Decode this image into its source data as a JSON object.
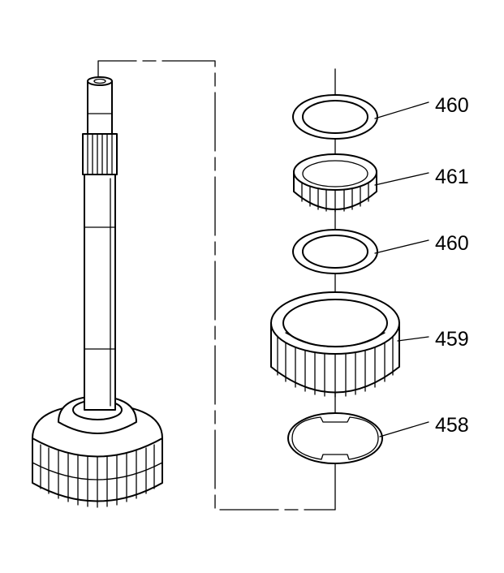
{
  "diagram": {
    "callouts": [
      {
        "id": "washer-upper",
        "label": "460"
      },
      {
        "id": "needle-bearing",
        "label": "461"
      },
      {
        "id": "washer-lower",
        "label": "460"
      },
      {
        "id": "input-housing",
        "label": "459"
      },
      {
        "id": "snap-ring",
        "label": "458"
      }
    ],
    "colors": {
      "line": "#000000",
      "background": "#ffffff"
    }
  }
}
